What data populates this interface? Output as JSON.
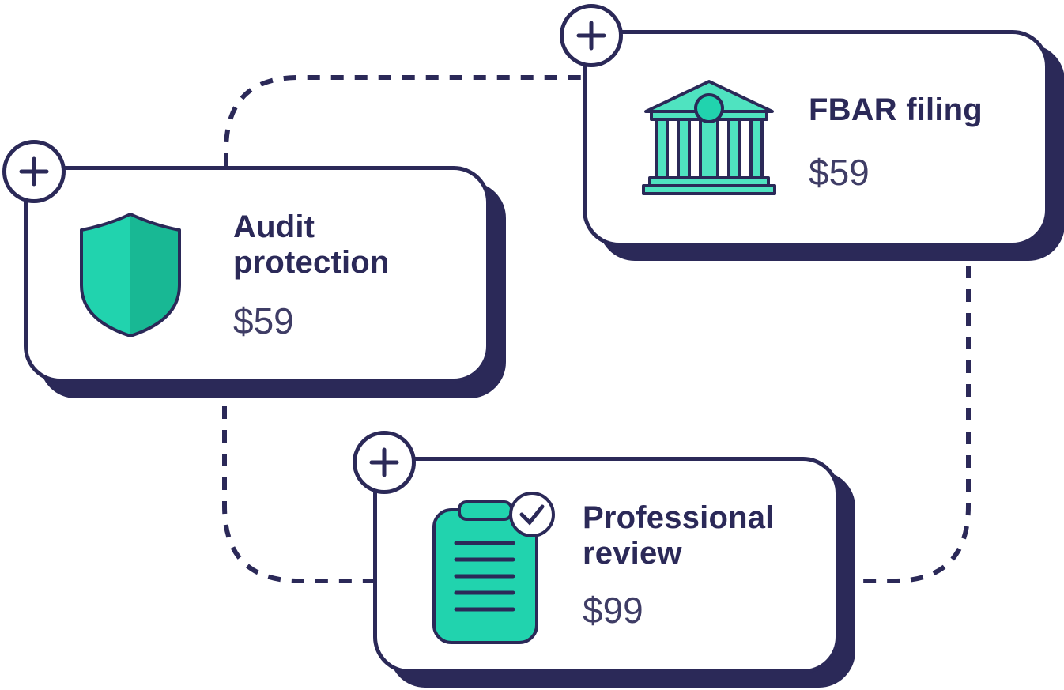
{
  "colors": {
    "navy": "#2b2958",
    "teal": "#21d3ae",
    "teal_dark": "#18b894",
    "background": "#ffffff"
  },
  "cards": {
    "audit": {
      "title_line1": "Audit",
      "title_line2": "protection",
      "price": "$59",
      "icon": "shield-icon",
      "action_icon": "plus-icon"
    },
    "fbar": {
      "title": "FBAR filing",
      "price": "$59",
      "icon": "bank-building-icon",
      "action_icon": "plus-icon"
    },
    "review": {
      "title_line1": "Professional",
      "title_line2": "review",
      "price": "$99",
      "icon": "clipboard-check-icon",
      "action_icon": "plus-icon"
    }
  }
}
